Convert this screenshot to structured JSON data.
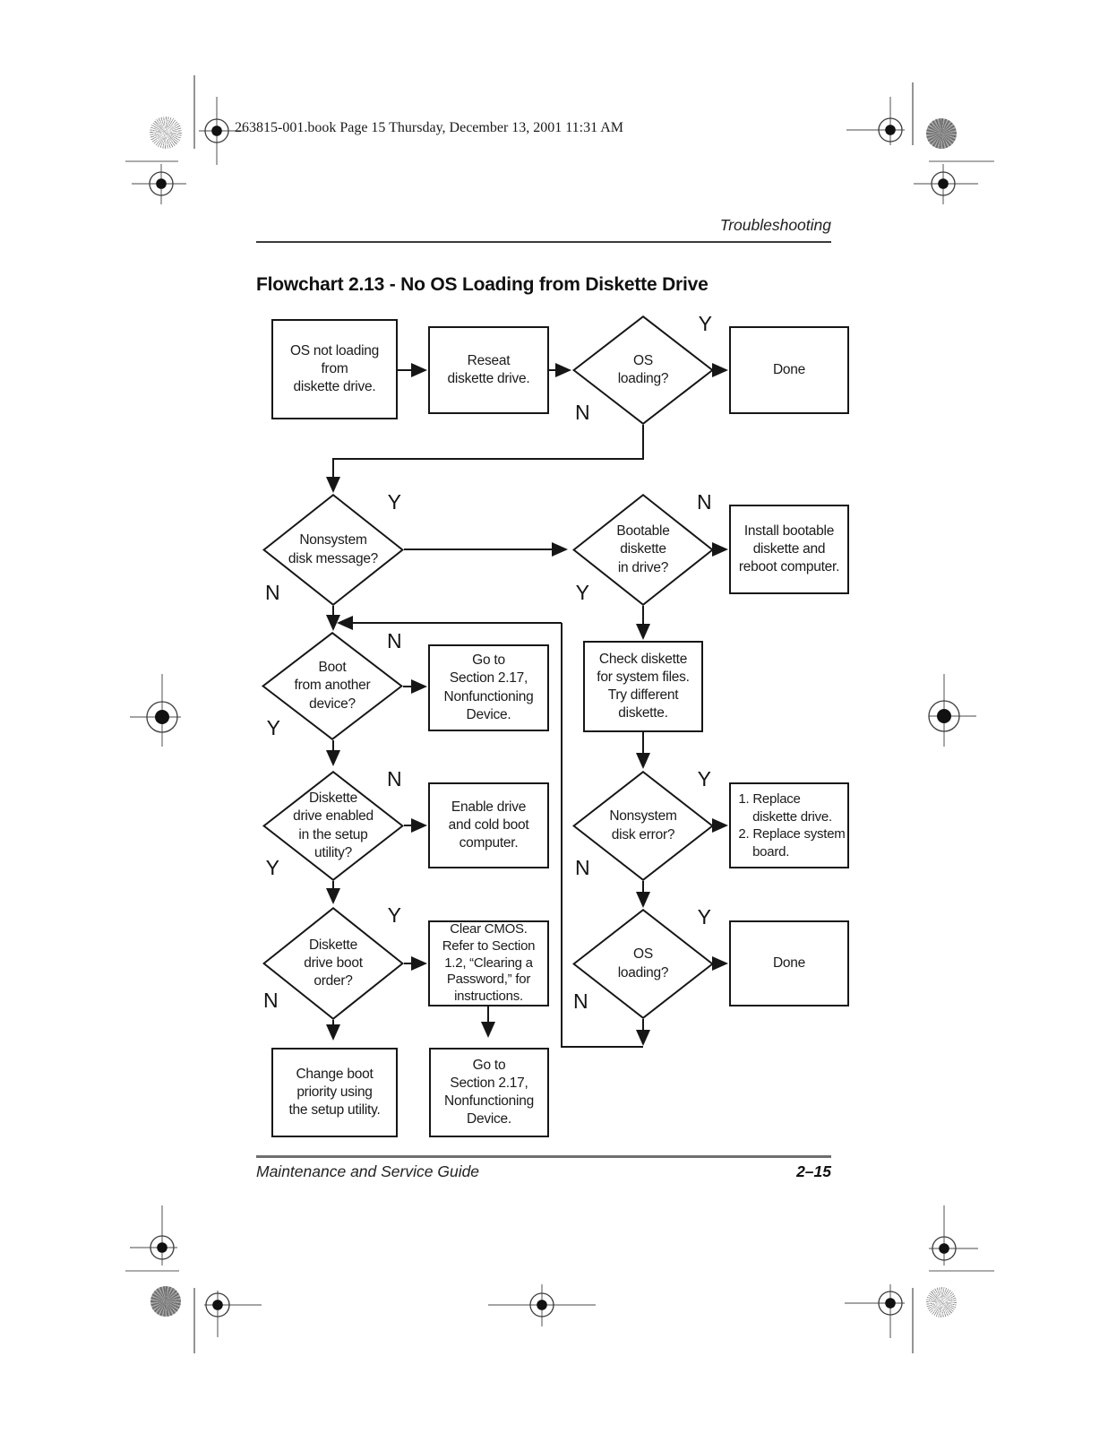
{
  "page": {
    "print_header": "263815-001.book  Page 15  Thursday, December 13, 2001  11:31 AM",
    "section_header": "Troubleshooting",
    "title": "Flowchart 2.13 - No OS Loading from Diskette Drive",
    "footer_left": "Maintenance and Service Guide",
    "footer_right": "2–15"
  },
  "flowchart": {
    "nodes": {
      "start": "OS not loading\nfrom\ndiskette drive.",
      "reseat": "Reseat\ndiskette drive.",
      "os_loading_1": "OS\nloading?",
      "done_1": "Done",
      "nonsystem_msg": "Nonsystem\ndisk message?",
      "bootable": "Bootable\ndiskette\nin drive?",
      "install_bootable": "Install bootable\ndiskette and\nreboot computer.",
      "boot_another": "Boot\nfrom another\ndevice?",
      "goto_217_a": "Go to\nSection 2.17,\nNonfunctioning\nDevice.",
      "check_diskette": "Check diskette\nfor system files.\nTry different\ndiskette.",
      "drive_enabled": "Diskette\ndrive enabled\nin the setup\nutility?",
      "enable_drive": "Enable drive\nand cold boot\ncomputer.",
      "nonsystem_err": "Nonsystem\ndisk error?",
      "replace_parts": "1. Replace\n    diskette drive.\n2. Replace system\n    board.",
      "boot_order": "Diskette\ndrive boot\norder?",
      "clear_cmos": "Clear CMOS.\nRefer to Section\n1.2, “Clearing a\nPassword,” for\ninstructions.",
      "os_loading_2": "OS\nloading?",
      "done_2": "Done",
      "change_boot": "Change boot\npriority using\nthe setup utility.",
      "goto_217_b": "Go to\nSection 2.17,\nNonfunctioning\nDevice."
    },
    "labels": {
      "yes": "Y",
      "no": "N"
    }
  }
}
